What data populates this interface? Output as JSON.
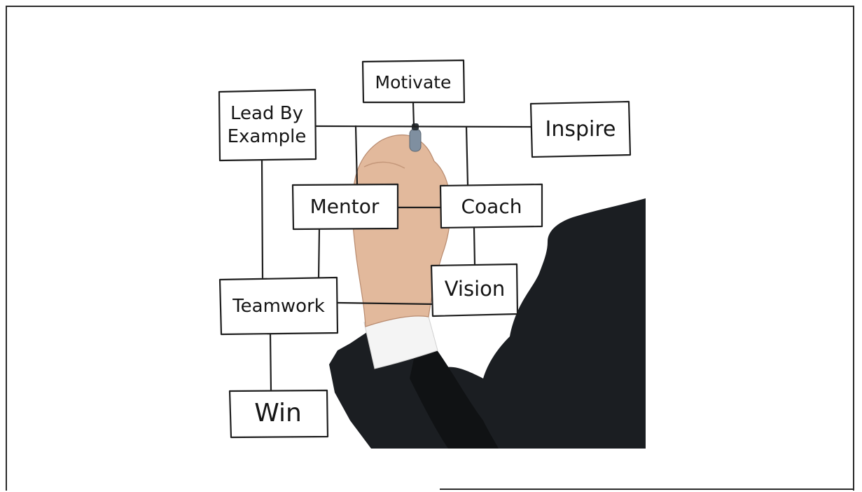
{
  "diagram": {
    "nodes": {
      "motivate": "Motivate",
      "lead_by_example_line1": "Lead By",
      "lead_by_example_line2": "Example",
      "inspire": "Inspire",
      "mentor": "Mentor",
      "coach": "Coach",
      "teamwork": "Teamwork",
      "vision": "Vision",
      "win": "Win"
    },
    "illustration": {
      "subject": "hand-in-suit-drawing-icon",
      "suit_color": "#1b1e22",
      "skin_color": "#e2b99c",
      "cuff_color": "#f4f4f4",
      "marker_color": "#7f8fa0"
    }
  }
}
